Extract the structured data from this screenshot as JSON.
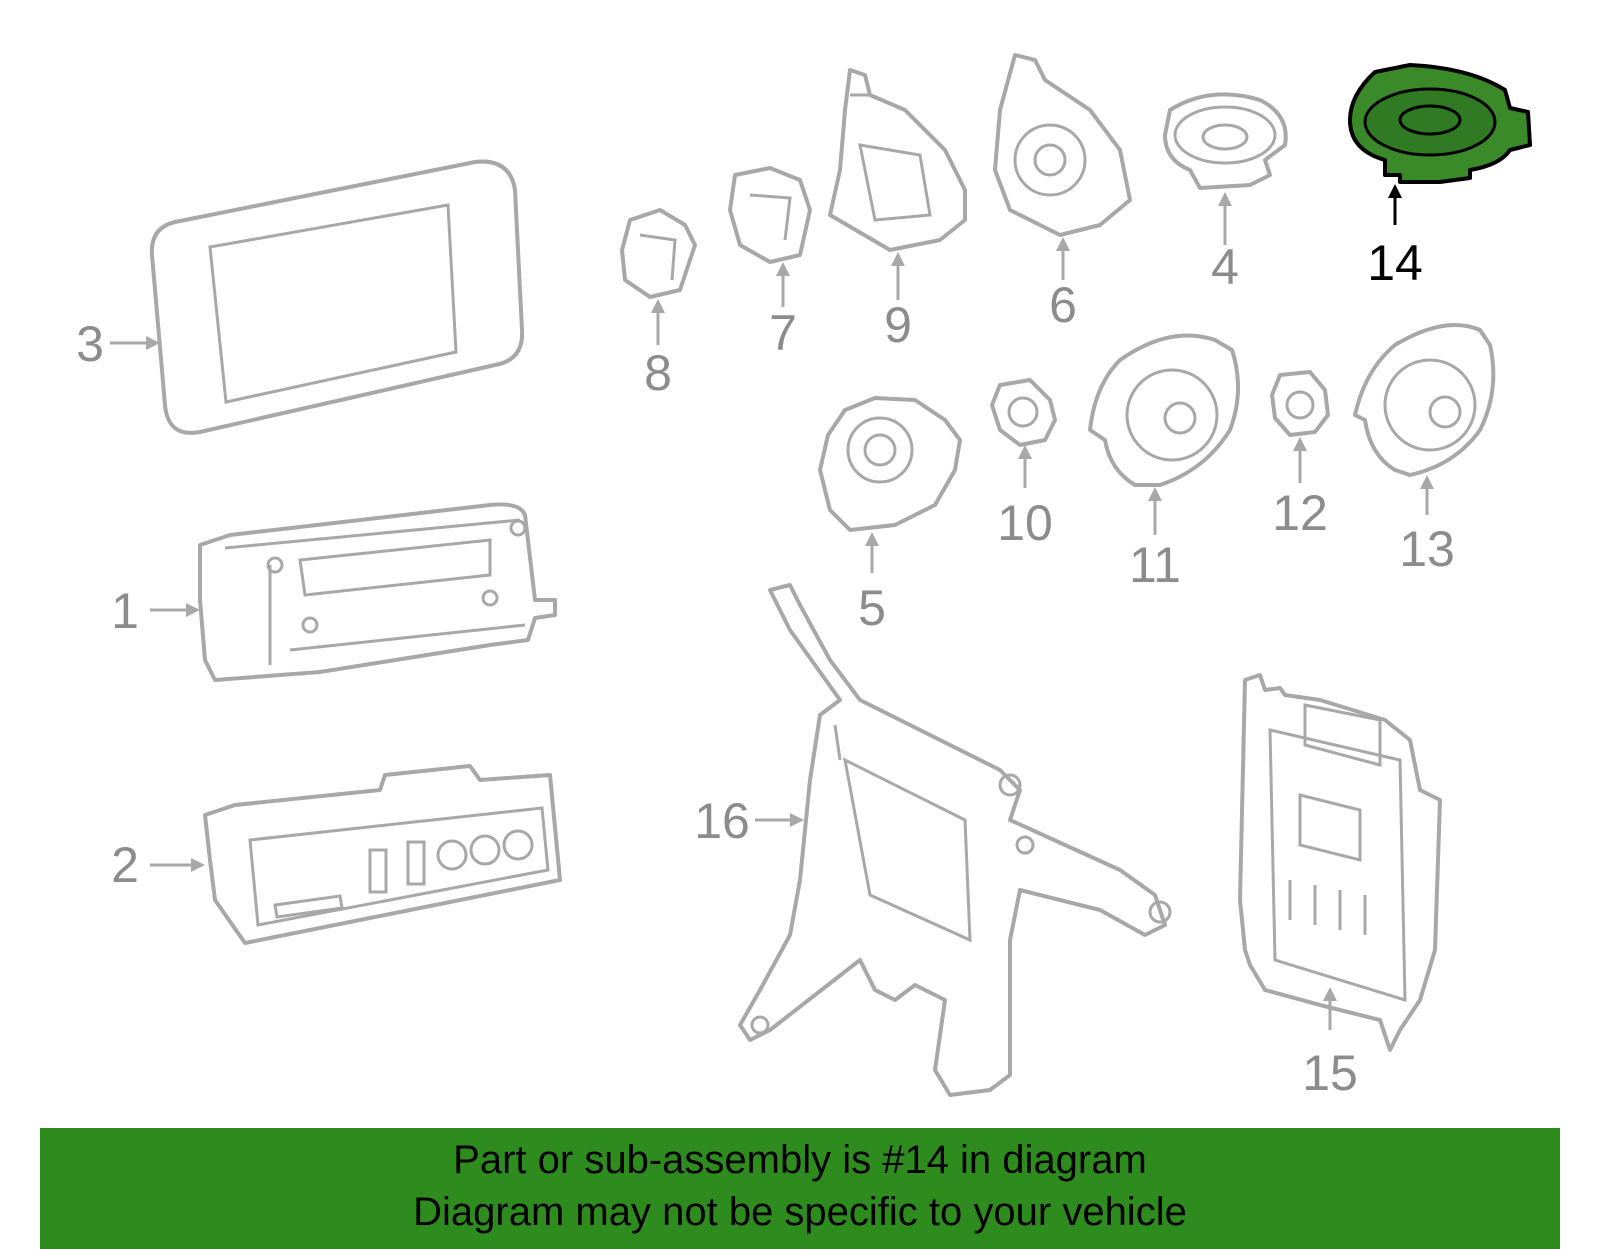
{
  "diagram": {
    "callouts": [
      "1",
      "2",
      "3",
      "4",
      "5",
      "6",
      "7",
      "8",
      "9",
      "10",
      "11",
      "12",
      "13",
      "14",
      "15",
      "16"
    ],
    "highlighted_callout": "14",
    "highlight_color": "#3a8a2a",
    "line_color": "#a8a8a8"
  },
  "banner": {
    "background_color": "#2e8b1e",
    "line1": "Part or sub-assembly is #14 in diagram",
    "line2": "Diagram may not be specific to your vehicle"
  }
}
